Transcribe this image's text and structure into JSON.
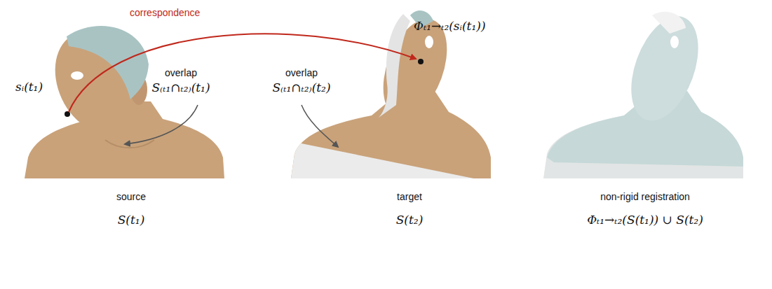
{
  "diagram": {
    "labels": [
      "correspondence",
      "sᵢ(t₁)",
      "overlap",
      "S₍ₜ₁∩ₜ₂₎(t₁)",
      "Φₜ₁→ₜ₂(sᵢ(t₁))",
      "overlap",
      "S₍ₜ₁∩ₜ₂₎(t₂)",
      "source",
      "S(t₁)",
      "target",
      "S(t₂)",
      "non-rigid registration",
      "Φₜ₁→ₜ₂(S(t₁)) ∪ S(t₂)"
    ]
  }
}
